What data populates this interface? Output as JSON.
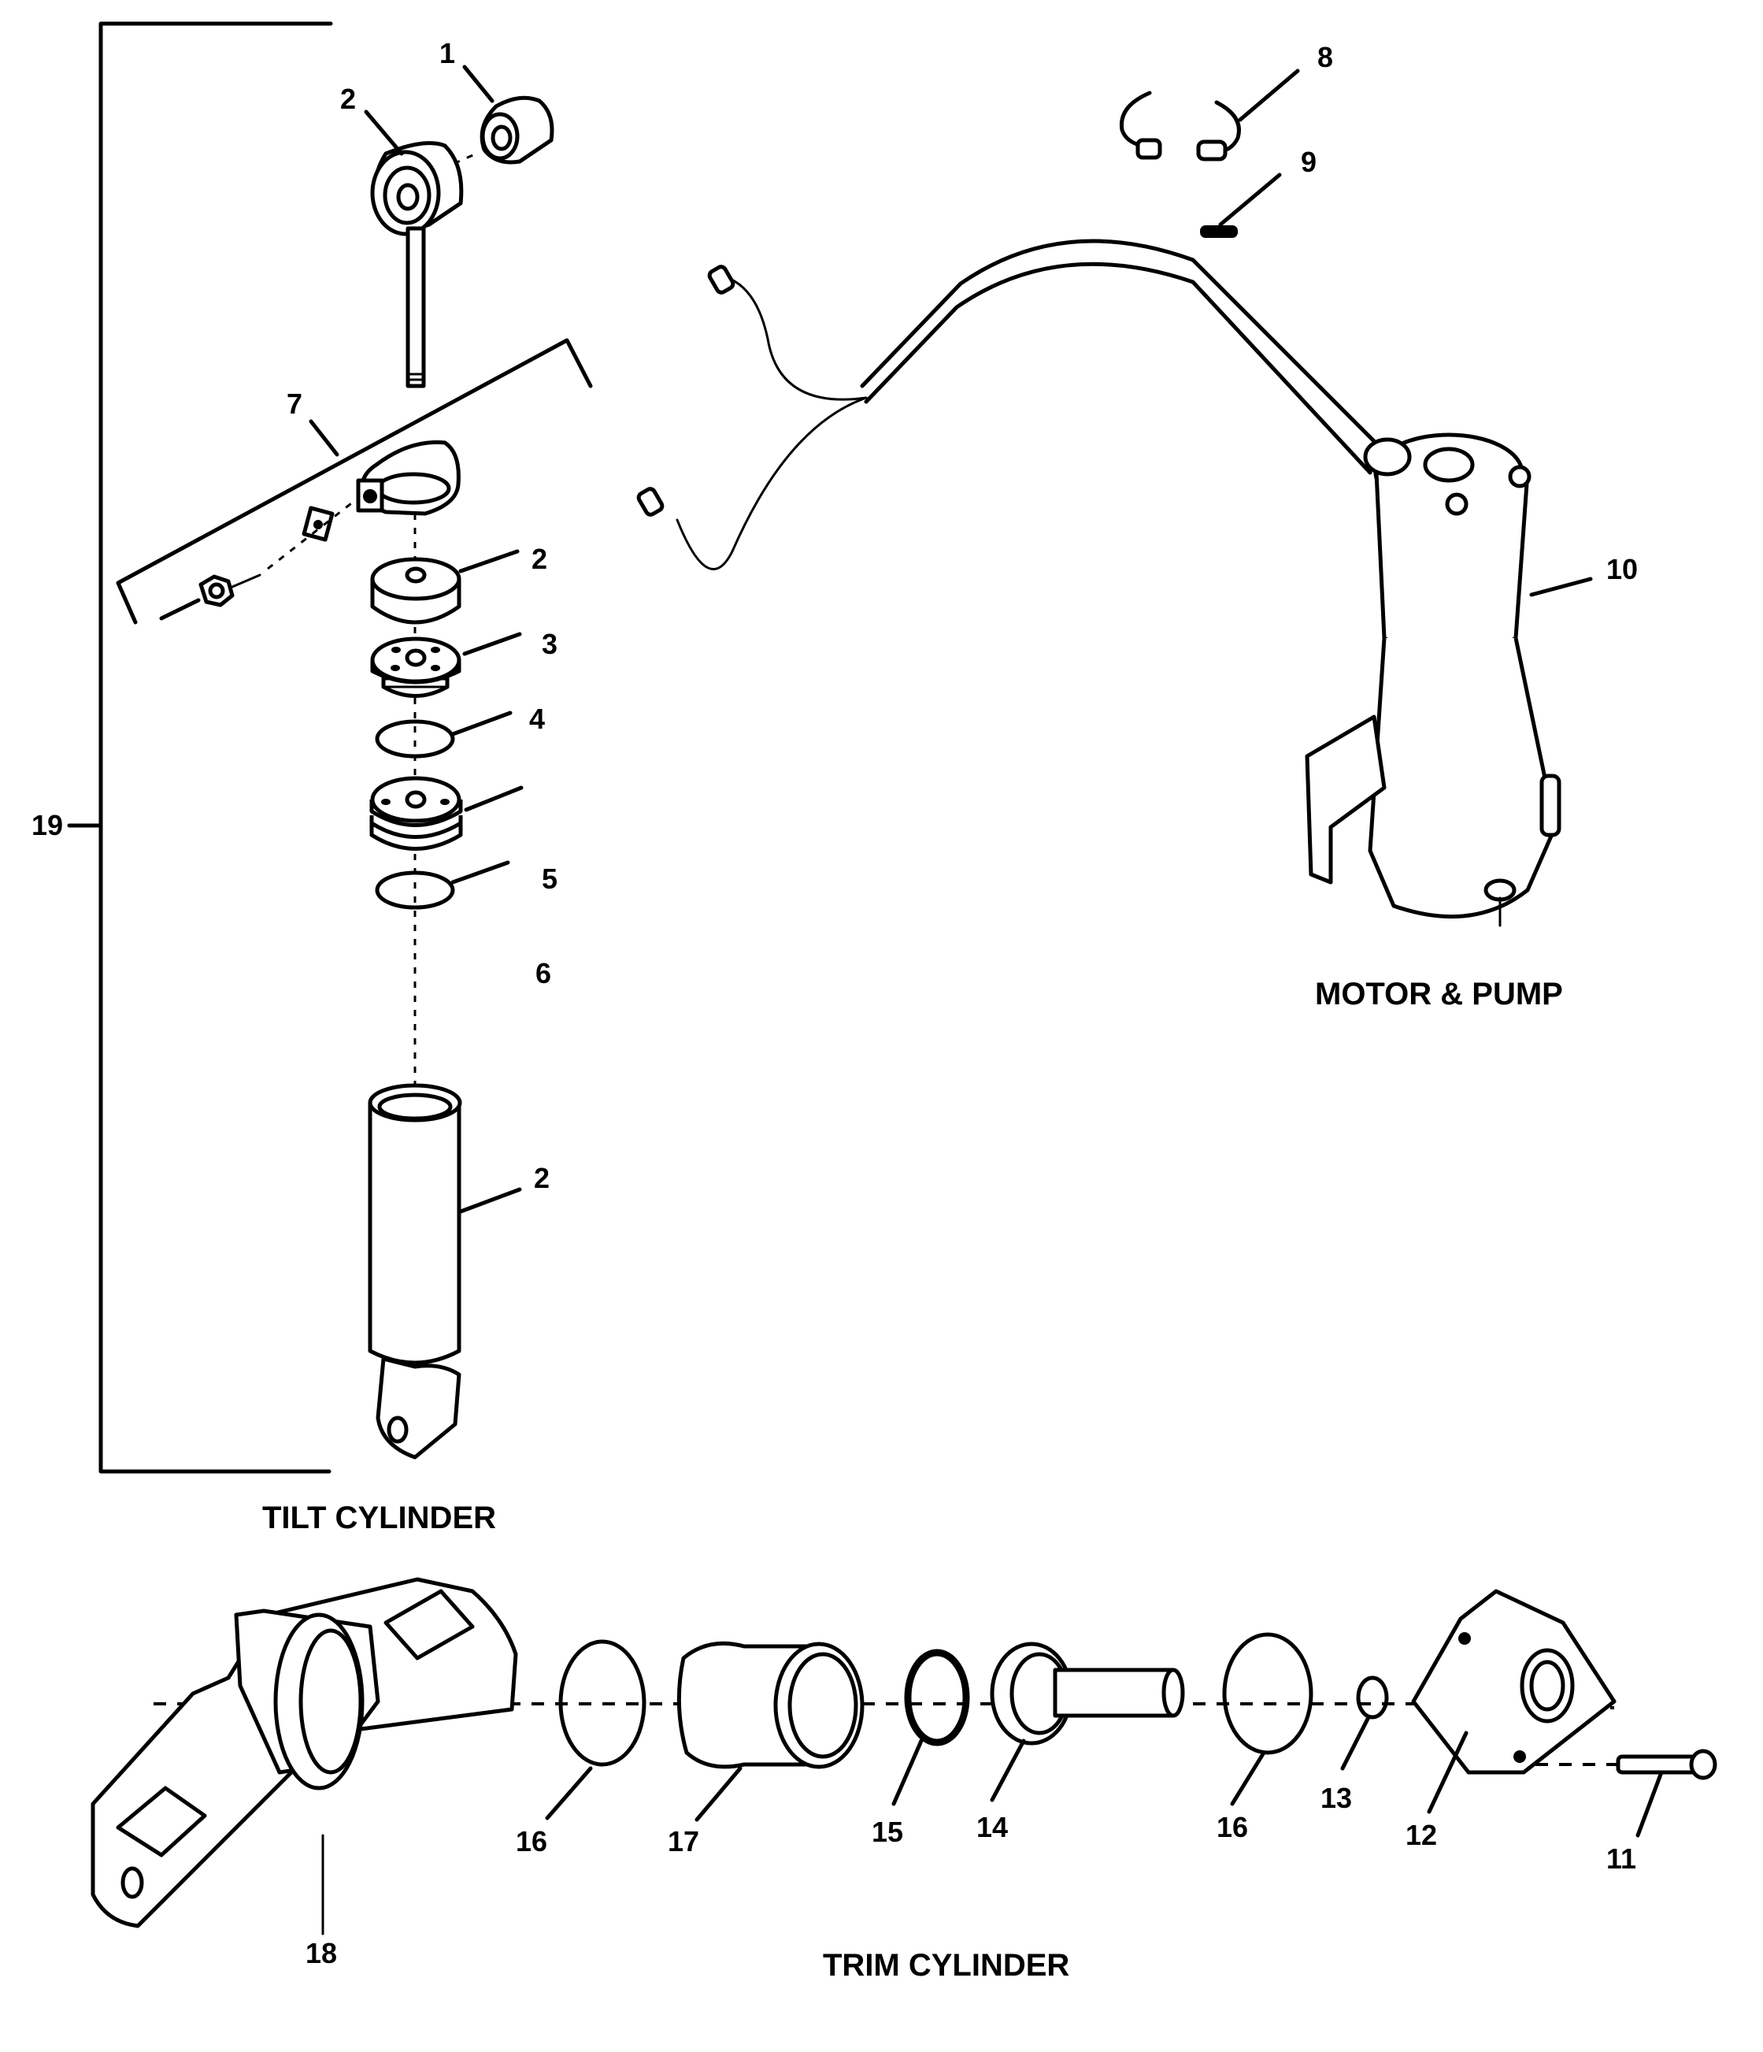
{
  "diagram": {
    "sections": {
      "tilt": "TILT CYLINDER",
      "motor": "MOTOR & PUMP",
      "trim": "TRIM CYLINDER"
    },
    "callouts": [
      {
        "id": "c1",
        "label": "1"
      },
      {
        "id": "c2a",
        "label": "2"
      },
      {
        "id": "c7",
        "label": "7"
      },
      {
        "id": "c2b",
        "label": "2"
      },
      {
        "id": "c3",
        "label": "3"
      },
      {
        "id": "c4",
        "label": "4"
      },
      {
        "id": "c5",
        "label": "5"
      },
      {
        "id": "c6",
        "label": "6"
      },
      {
        "id": "c2c",
        "label": "2"
      },
      {
        "id": "c19",
        "label": "19"
      },
      {
        "id": "c8",
        "label": "8"
      },
      {
        "id": "c9",
        "label": "9"
      },
      {
        "id": "c10",
        "label": "10"
      },
      {
        "id": "c18",
        "label": "18"
      },
      {
        "id": "c16a",
        "label": "16"
      },
      {
        "id": "c17",
        "label": "17"
      },
      {
        "id": "c15",
        "label": "15"
      },
      {
        "id": "c14",
        "label": "14"
      },
      {
        "id": "c16b",
        "label": "16"
      },
      {
        "id": "c13",
        "label": "13"
      },
      {
        "id": "c12",
        "label": "12"
      },
      {
        "id": "c11",
        "label": "11"
      }
    ]
  }
}
